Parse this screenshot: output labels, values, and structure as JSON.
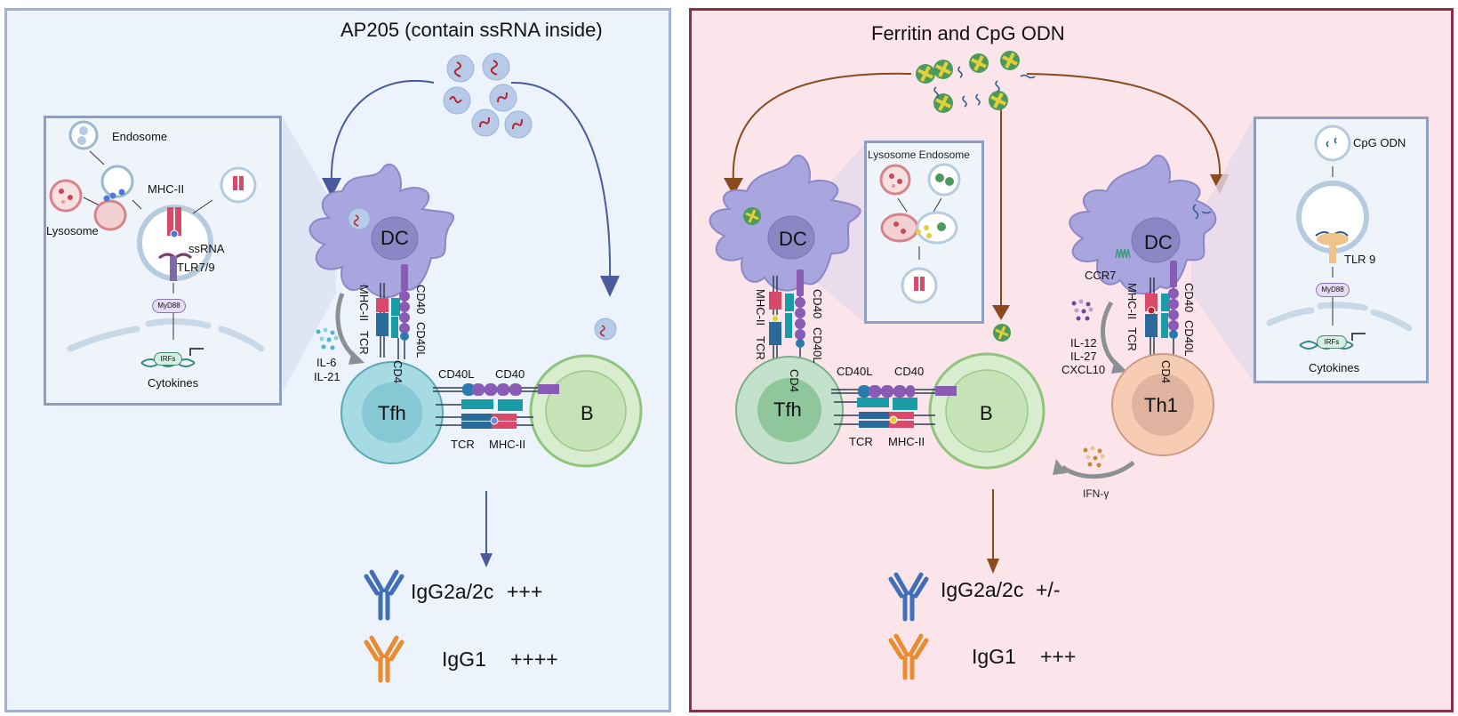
{
  "left_panel": {
    "title": "AP205 (contain ssRNA inside)",
    "inset": {
      "endosome": "Endosome",
      "lysosome": "Lysosome",
      "mhc2": "MHC-II",
      "ssrna": "ssRNA",
      "tlr": "TLR7/9",
      "myd88": "MyD88",
      "irfs": "IRFs",
      "cytokines": "Cytokines"
    },
    "dc_label": "DC",
    "tfh_label": "Tfh",
    "b_label": "B",
    "synapse_dc": {
      "mhc2": "MHC-II",
      "tcr": "TCR",
      "cd40": "CD40",
      "cd40l": "CD40L",
      "cd4": "CD4"
    },
    "synapse_b": {
      "cd40l": "CD40L",
      "cd40": "CD40",
      "tcr": "TCR",
      "mhc2": "MHC-II"
    },
    "cytokines": [
      "IL-6",
      "IL-21"
    ],
    "antibodies": [
      {
        "name": "IgG2a/2c",
        "level": "+++",
        "color": "#3f6fb6"
      },
      {
        "name": "IgG1",
        "level": "++++",
        "color": "#e98b2e"
      }
    ]
  },
  "right_panel": {
    "title": "Ferritin and CpG ODN",
    "inset_left": {
      "lysosome_endosome": "Lysosome Endosome"
    },
    "inset_right": {
      "cpg": "CpG ODN",
      "tlr": "TLR 9",
      "myd88": "MyD88",
      "irfs": "IRFs",
      "cytokines": "Cytokines"
    },
    "dc1_label": "DC",
    "dc2_label": "DC",
    "tfh_label": "Tfh",
    "b_label": "B",
    "th1_label": "Th1",
    "ccr7": "CCR7",
    "synapse_dc1": {
      "mhc2": "MHC-II",
      "tcr": "TCR",
      "cd40": "CD40",
      "cd40l": "CD40L",
      "cd4": "CD4"
    },
    "synapse_dc2": {
      "mhc2": "MHC-II",
      "tcr": "TCR",
      "cd40": "CD40",
      "cd40l": "CD40L",
      "cd4": "CD4"
    },
    "synapse_b": {
      "cd40l": "CD40L",
      "cd40": "CD40",
      "tcr": "TCR",
      "mhc2": "MHC-II"
    },
    "cytokines_th1": [
      "IL-12",
      "IL-27",
      "CXCL10"
    ],
    "ifn": "IFN-γ",
    "antibodies": [
      {
        "name": "IgG2a/2c",
        "level": "+/-",
        "color": "#3f6fb6"
      },
      {
        "name": "IgG1",
        "level": "+++",
        "color": "#e98b2e"
      }
    ]
  },
  "colors": {
    "left_bg": "#ecf3fc",
    "left_border": "#9fb2d6",
    "right_bg": "#fbe4ea",
    "right_border": "#8b2e48",
    "left_arrow": "#4a5a9c",
    "right_arrow": "#8a4a1e",
    "dc": "#a9a5de",
    "tfh_left": "#9fd6df",
    "tfh_right": "#b9d9c0",
    "b_cell": "#cfe8c2",
    "th1": "#f6cdb3"
  }
}
